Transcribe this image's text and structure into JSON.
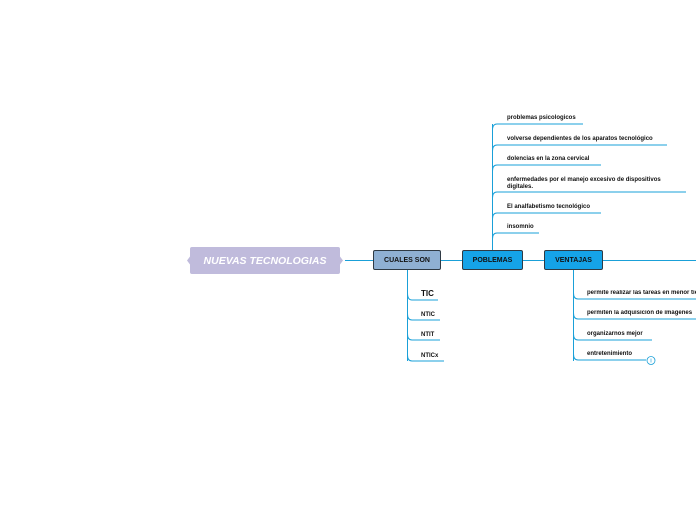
{
  "root": {
    "label": "NUEVAS TECNOLOGIAS"
  },
  "cuales_son": {
    "label": "CUALES SON",
    "children": [
      "TIC",
      "NTIC",
      "NTIT",
      "NTICx"
    ]
  },
  "poblemas": {
    "label": "POBLEMAS",
    "children": [
      "problemas psicologicos",
      "volverse dependientes de los aparatos tecnológico",
      "dolencias en la zona cervical",
      "enfermedades por el manejo excesivo de dispositivos digitales.",
      "El analfabetismo tecnológico",
      "insomnio"
    ]
  },
  "ventajas": {
    "label": "VENTAJAS",
    "children": [
      "permite realizar las tareas en menor tiempo",
      "permiten la adquisición de imágenes",
      "organizarnos mejor",
      "entretenimiento"
    ]
  },
  "colors": {
    "root_fill": "#c0bbdc",
    "cuales_fill": "#8fb0d3",
    "branch_fill": "#15a3e8",
    "line": "#1aa0d8"
  }
}
